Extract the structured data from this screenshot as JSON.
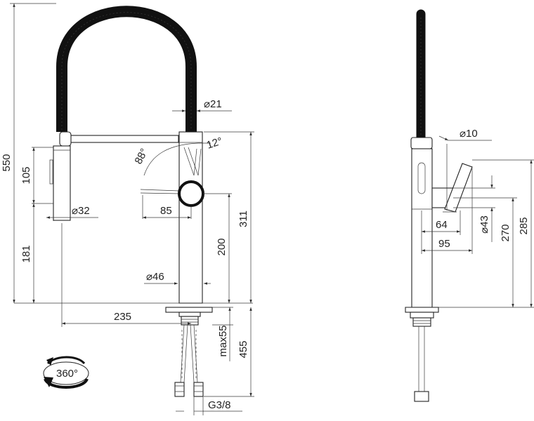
{
  "front_view": {
    "total_height": "550",
    "spray_head_height": "105",
    "spray_head_base_height": "181",
    "hose_diameter": "⌀21",
    "angle_upper": "12°",
    "angle_swing": "88°",
    "handle_length": "85",
    "spray_head_diameter": "⌀32",
    "body_height": "311",
    "handle_height": "200",
    "base_diameter": "⌀46",
    "reach": "235",
    "max_mount_thickness": "max55",
    "hose_length": "455",
    "connection_thread": "G3/8",
    "rotation": "360°"
  },
  "side_view": {
    "handle_axis_diameter": "⌀10",
    "handle_depth": "64",
    "body_depth": "95",
    "handle_diameter": "⌀43",
    "handle_axis_height": "270",
    "lever_top_height": "285"
  }
}
